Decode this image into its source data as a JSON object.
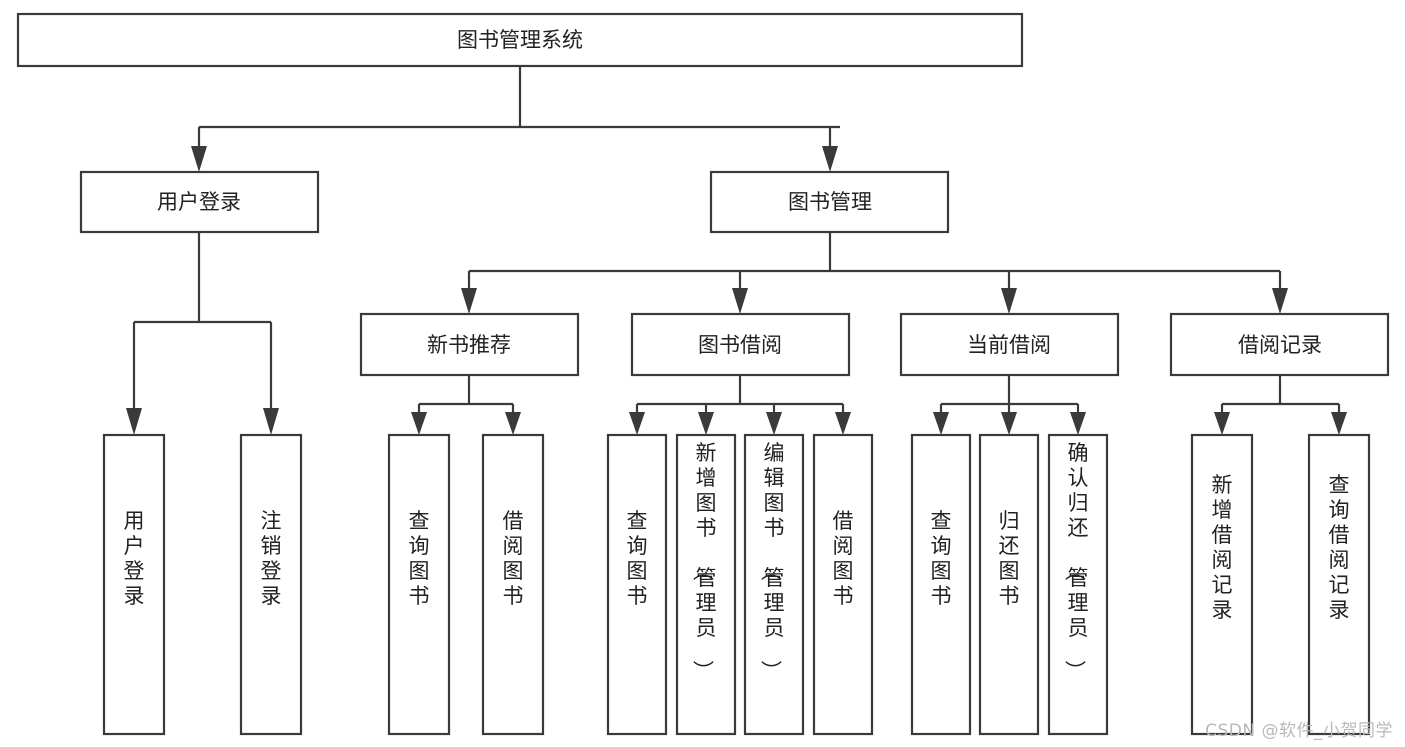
{
  "diagram": {
    "title": "图书管理系统",
    "type": "tree",
    "orientation": "top-down",
    "colors": {
      "box_stroke": "#3a3a3a",
      "box_fill": "#ffffff",
      "connector": "#3a3a3a",
      "text": "#222222",
      "background": "#ffffff",
      "watermark": "#b9b9b9"
    },
    "levels": {
      "root": {
        "label": "图书管理系统"
      },
      "level2": [
        {
          "id": "user-login",
          "label": "用户登录"
        },
        {
          "id": "book-manage",
          "label": "图书管理"
        }
      ],
      "level3": [
        {
          "id": "new-book-rec",
          "label": "新书推荐",
          "parent": "book-manage"
        },
        {
          "id": "book-borrow",
          "label": "图书借阅",
          "parent": "book-manage"
        },
        {
          "id": "current-borrow",
          "label": "当前借阅",
          "parent": "book-manage"
        },
        {
          "id": "borrow-record",
          "label": "借阅记录",
          "parent": "book-manage"
        }
      ],
      "leaves": [
        {
          "id": "leaf-user-login",
          "label": "用户登录",
          "parent": "user-login"
        },
        {
          "id": "leaf-logout",
          "label": "注销登录",
          "parent": "user-login"
        },
        {
          "id": "leaf-query-book-1",
          "label": "查询图书",
          "parent": "new-book-rec"
        },
        {
          "id": "leaf-borrow-book-1",
          "label": "借阅图书",
          "parent": "new-book-rec"
        },
        {
          "id": "leaf-query-book-2",
          "label": "查询图书",
          "parent": "book-borrow"
        },
        {
          "id": "leaf-add-book",
          "label": "新增图书（管理员）",
          "parent": "book-borrow"
        },
        {
          "id": "leaf-edit-book",
          "label": "编辑图书（管理员）",
          "parent": "book-borrow"
        },
        {
          "id": "leaf-borrow-book-2",
          "label": "借阅图书",
          "parent": "book-borrow"
        },
        {
          "id": "leaf-query-book-3",
          "label": "查询图书",
          "parent": "current-borrow"
        },
        {
          "id": "leaf-return-book",
          "label": "归还图书",
          "parent": "current-borrow"
        },
        {
          "id": "leaf-confirm-return",
          "label": "确认归还（管理员）",
          "parent": "current-borrow"
        },
        {
          "id": "leaf-add-record",
          "label": "新增借阅记录",
          "parent": "borrow-record"
        },
        {
          "id": "leaf-query-record",
          "label": "查询借阅记录",
          "parent": "borrow-record"
        }
      ]
    },
    "watermark": "CSDN @软件_小贺同学"
  }
}
